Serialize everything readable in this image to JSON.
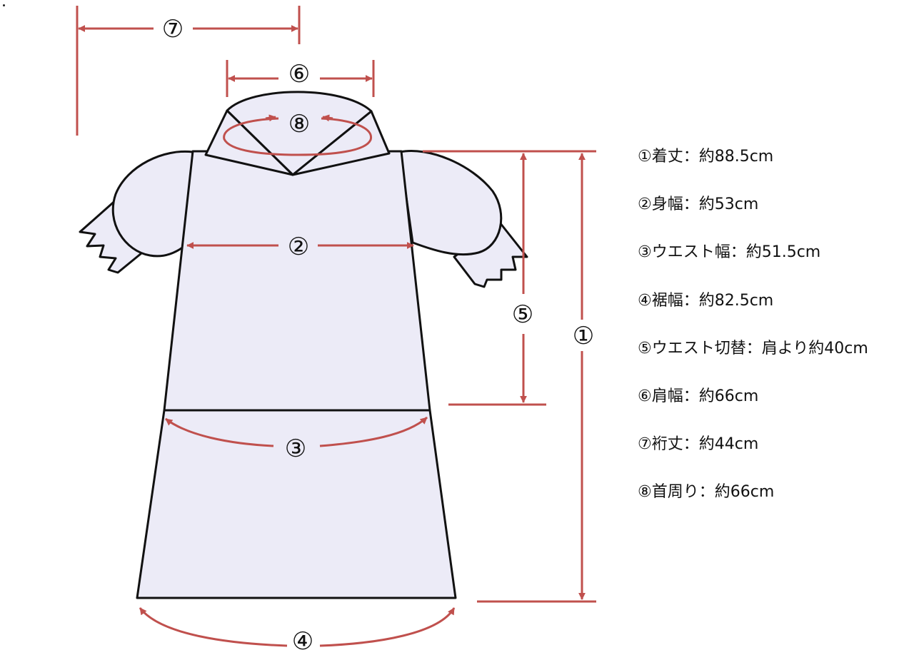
{
  "colors": {
    "garment_fill": "#ecebf7",
    "outline": "#111111",
    "measure": "#c0504d"
  },
  "markers": {
    "m1": "①",
    "m2": "②",
    "m3": "③",
    "m4": "④",
    "m5": "⑤",
    "m6": "⑥",
    "m7": "⑦",
    "m8": "⑧"
  },
  "legend": [
    {
      "text": "①着丈：約88.5cm"
    },
    {
      "text": "②身幅：約53cm"
    },
    {
      "text": "③ウエスト幅：約51.5cm"
    },
    {
      "text": "④裾幅：約82.5cm"
    },
    {
      "text": "⑤ウエスト切替：肩より約40cm"
    },
    {
      "text": "⑥肩幅：約66cm"
    },
    {
      "text": "⑦裄丈：約44cm"
    },
    {
      "text": "⑧首周り：約66cm"
    }
  ]
}
